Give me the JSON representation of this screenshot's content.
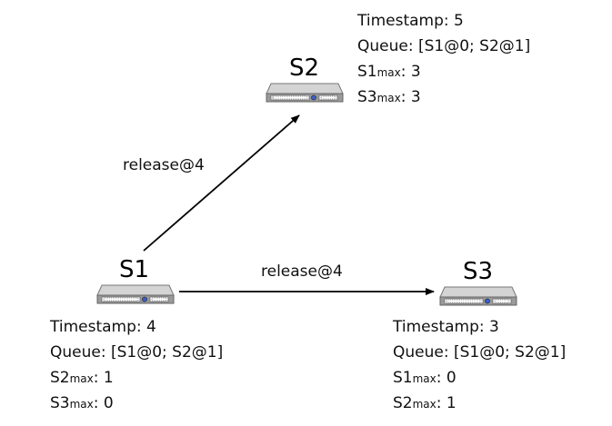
{
  "nodes": {
    "s1": {
      "name": "S1",
      "timestamp": "Timestamp: 4",
      "queue": "Queue: [S1@0; S2@1]",
      "max_a": {
        "node": "S2",
        "sub": "max",
        "value": ": 1"
      },
      "max_b": {
        "node": "S3",
        "sub": "max",
        "value": ": 0"
      }
    },
    "s2": {
      "name": "S2",
      "timestamp": "Timestamp: 5",
      "queue": "Queue: [S1@0; S2@1]",
      "max_a": {
        "node": "S1",
        "sub": "max",
        "value": ": 3"
      },
      "max_b": {
        "node": "S3",
        "sub": "max",
        "value": ": 3"
      }
    },
    "s3": {
      "name": "S3",
      "timestamp": "Timestamp: 3",
      "queue": "Queue: [S1@0; S2@1]",
      "max_a": {
        "node": "S1",
        "sub": "max",
        "value": ": 0"
      },
      "max_b": {
        "node": "S2",
        "sub": "max",
        "value": ": 1"
      }
    }
  },
  "edges": {
    "s1_to_s2": "release@4",
    "s1_to_s3": "release@4"
  },
  "icons": {
    "server": "server-icon",
    "arrow": "arrow-head"
  },
  "colors": {
    "server_body": "#6e6e6e",
    "server_face": "#b8b8b8",
    "arrow": "#000000"
  }
}
